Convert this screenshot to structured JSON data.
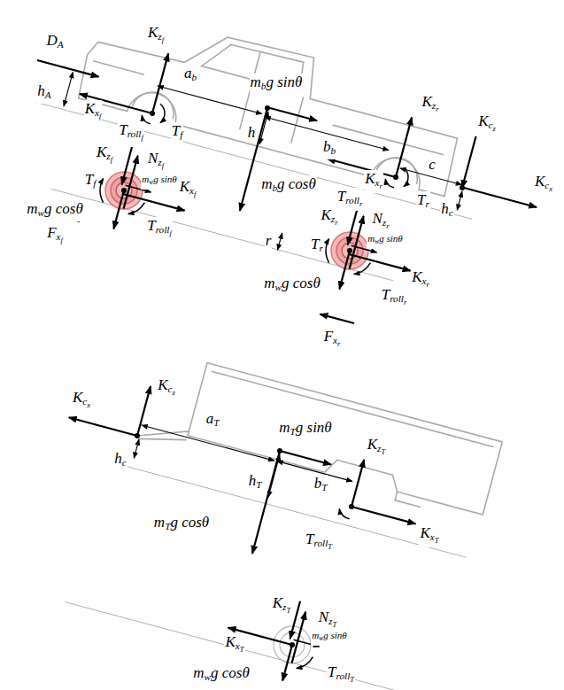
{
  "diagram": {
    "labels": [
      "DA",
      "Kzf",
      "hA",
      "ab",
      "mbg sinθ",
      "Kxf",
      "Tf",
      "Trollf",
      "h",
      "bb",
      "Kzr",
      "Kxr",
      "c",
      "Kcz",
      "Kcx",
      "mbg cosθ",
      "Trollr",
      "Tr",
      "hc",
      "Kzf",
      "Nzf",
      "Tf",
      "mwg sinθ",
      "Kxf",
      "mwg cosθ",
      "Trollf",
      "Fxf",
      "r",
      "Kzr",
      "Nzr",
      "Tr",
      "mwg sinθ",
      "Kxr",
      "mwg cosθ",
      "Trollr",
      "Fxr",
      "Kcx",
      "Kcz",
      "aT",
      "mTg sinθ",
      "KzT",
      "hc",
      "bT",
      "hT",
      "mTg cosθ",
      "KxT",
      "TrollT",
      "KzT",
      "NzT",
      "KxT",
      "mwg sinθ",
      "mwg cosθ",
      "TrollT"
    ]
  }
}
